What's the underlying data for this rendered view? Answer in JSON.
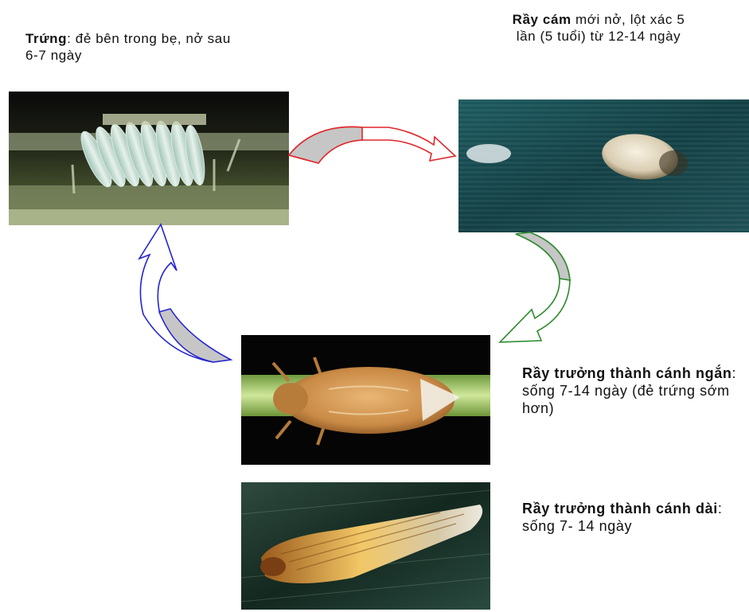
{
  "stages": {
    "egg": {
      "title": "Trứng",
      "desc": ": đẻ bên trong bẹ, nở sau 6-7 ngày"
    },
    "nymph": {
      "title": "Rầy cám",
      "desc": " mới nở, lột xác 5 lần (5 tuổi) từ 12-14 ngày"
    },
    "adult_short": {
      "title": "Rầy trưởng thành cánh ngắn",
      "desc": ": sống 7-14 ngày (đẻ trứng sớm hơn)"
    },
    "adult_long": {
      "title": "Rầy trưởng thành cánh dài",
      "desc": ": sống 7- 14 ngày"
    }
  },
  "arrow_colors": {
    "egg_to_nymph": "#e0262a",
    "nymph_to_adult": "#2e8b2e",
    "adult_to_egg": "#2424d0"
  }
}
